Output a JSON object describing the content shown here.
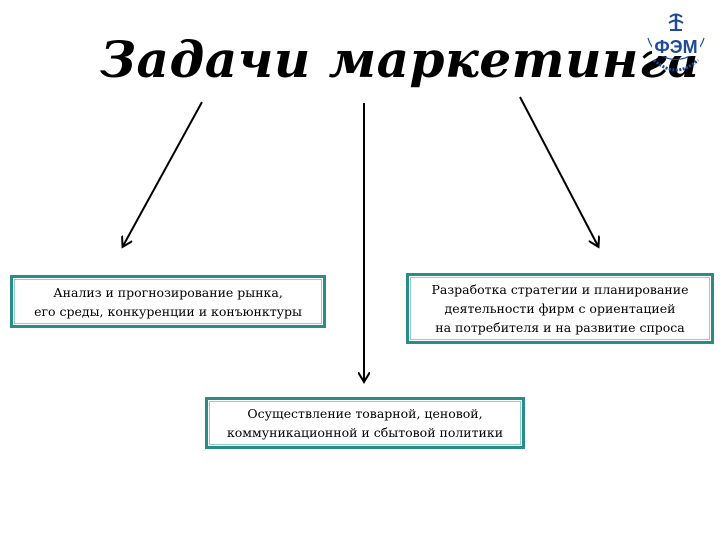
{
  "slide": {
    "title": "Задачи маркетинга",
    "logo": {
      "text": "ФЭМ",
      "icon": "university-emblem-icon"
    },
    "boxes": {
      "left": {
        "lines": [
          "Анализ и прогнозирование рынка,",
          "его среды, конкуренции и конъюнктуры"
        ]
      },
      "right": {
        "lines": [
          "Разработка стратегии и планирование",
          "деятельности фирм с ориентацией",
          "на потребителя и на развитие спроса"
        ]
      },
      "bottom": {
        "lines": [
          "Осуществление товарной, ценовой,",
          "коммуникационной и сбытовой политики"
        ]
      }
    }
  },
  "colors": {
    "box_border": "#2a8c86",
    "box_inner_line": "#8fd0cc",
    "logo": "#1e4a9a",
    "arrow": "#000000"
  }
}
